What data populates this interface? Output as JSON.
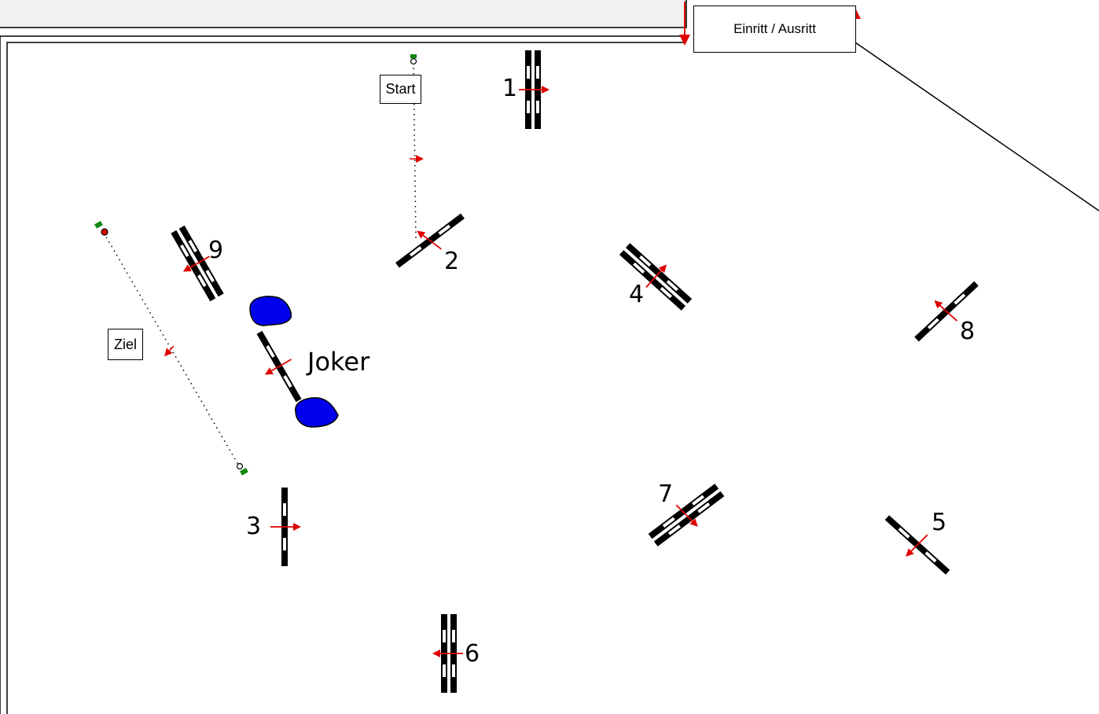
{
  "entrance": {
    "label": "Einritt / Ausritt"
  },
  "start": {
    "label": "Start"
  },
  "finish": {
    "label": "Ziel"
  },
  "joker": {
    "label": "Joker"
  },
  "obstacles": [
    {
      "num": "1",
      "kind": "oxer"
    },
    {
      "num": "2",
      "kind": "vertical"
    },
    {
      "num": "3",
      "kind": "vertical"
    },
    {
      "num": "4",
      "kind": "oxer"
    },
    {
      "num": "5",
      "kind": "vertical"
    },
    {
      "num": "6",
      "kind": "oxer"
    },
    {
      "num": "7",
      "kind": "oxer"
    },
    {
      "num": "8",
      "kind": "vertical"
    },
    {
      "num": "9",
      "kind": "oxer"
    }
  ],
  "colors": {
    "pole": "#000000",
    "pole_stripe": "#ffffff",
    "direction_arrow": "#e00000",
    "water": "#0000ee",
    "flag": "#118811",
    "route": "#000000"
  }
}
